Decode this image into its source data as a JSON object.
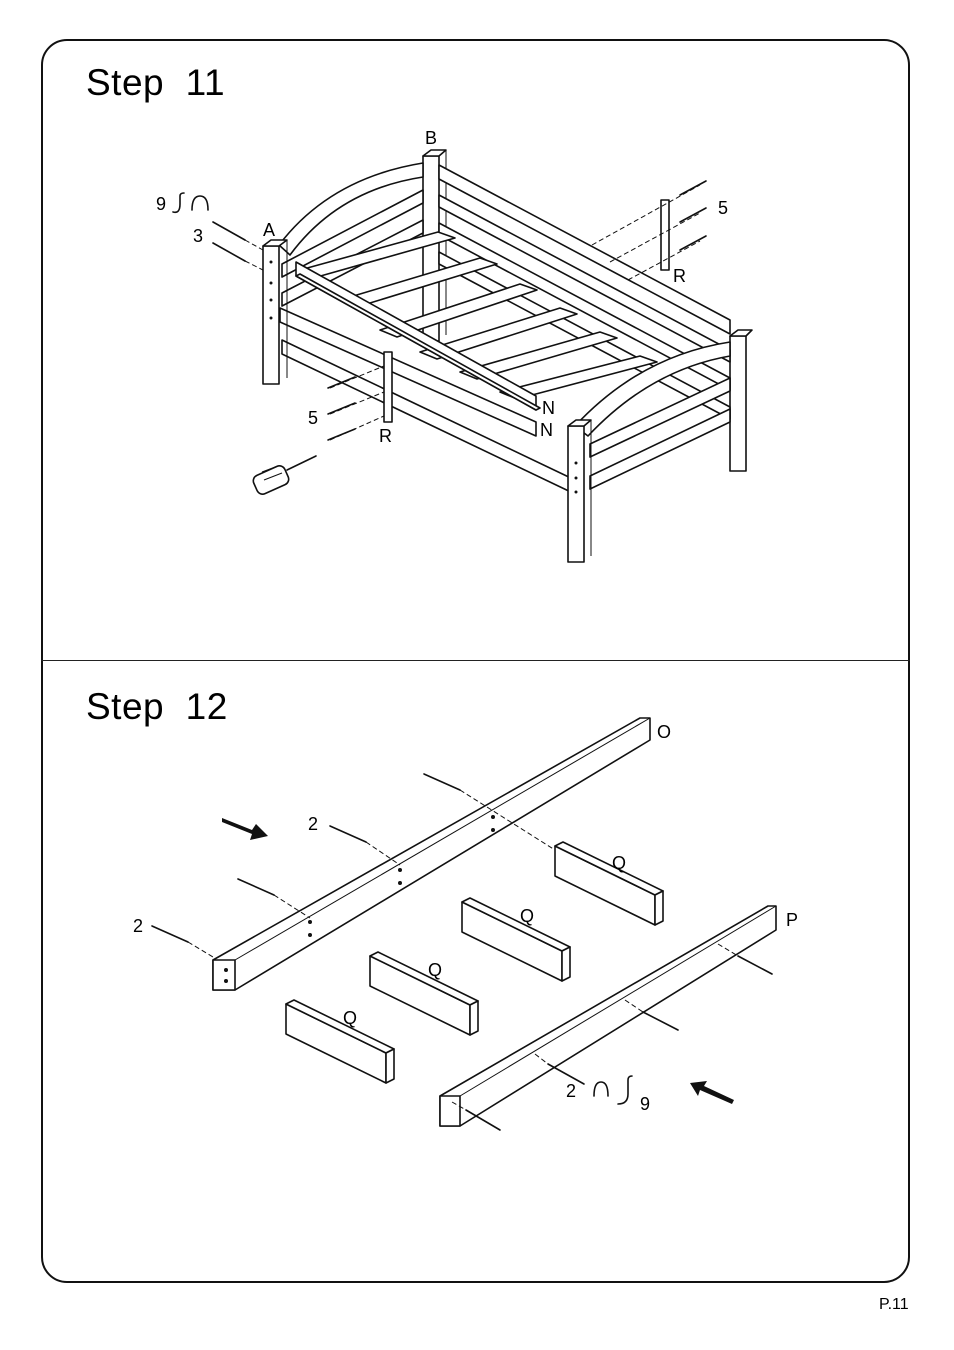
{
  "step11": {
    "title": "Step  11",
    "labels": {
      "A": "A",
      "B": "B",
      "N_top": "N",
      "N_bottom": "N",
      "R_left": "R",
      "R_right": "R",
      "qty_9": "9",
      "qty_3": "3",
      "qty_5_left": "5",
      "qty_5_right": "5"
    }
  },
  "step12": {
    "title": "Step  12",
    "labels": {
      "O": "O",
      "P": "P",
      "Q1": "Q",
      "Q2": "Q",
      "Q3": "Q",
      "Q4": "Q",
      "qty_2_top": "2",
      "qty_2_left": "2",
      "qty_2_bottom": "2",
      "qty_9": "9"
    }
  },
  "footer": {
    "page_number": "P.11"
  }
}
